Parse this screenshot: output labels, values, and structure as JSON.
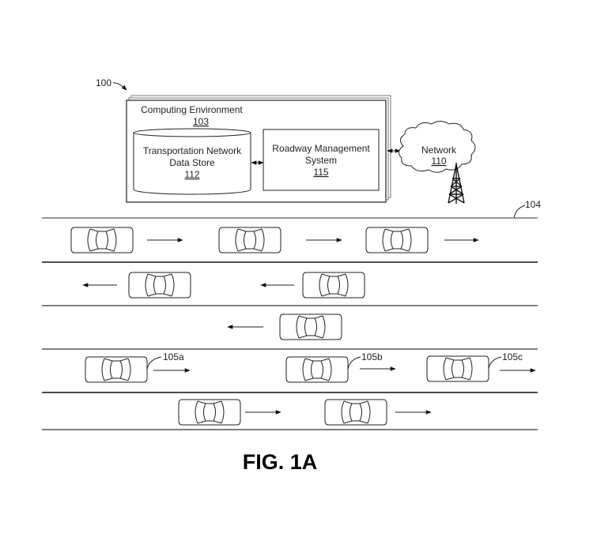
{
  "figure": {
    "label": "FIG. 1A",
    "system_ref": "100",
    "roadway_ref": "104"
  },
  "computing_environment": {
    "title": "Computing Environment",
    "ref": "103",
    "data_store": {
      "line1": "Transportation Network",
      "line2": "Data Store",
      "ref": "112"
    },
    "roadway_management": {
      "line1": "Roadway Management",
      "line2": "System",
      "ref": "115"
    }
  },
  "network": {
    "label": "Network",
    "ref": "110"
  },
  "vehicle_labels": [
    "105a",
    "105b",
    "105c"
  ],
  "lanes": [
    {
      "direction": "right",
      "vehicles": 3
    },
    {
      "direction": "left",
      "vehicles": 2
    },
    {
      "direction": "left",
      "vehicles": 1
    },
    {
      "direction": "right",
      "vehicles": 3,
      "labeled": true
    },
    {
      "direction": "right",
      "vehicles": 2
    }
  ],
  "colors": {
    "line": "#222222",
    "roadLine": "#555555",
    "background": "#ffffff"
  }
}
